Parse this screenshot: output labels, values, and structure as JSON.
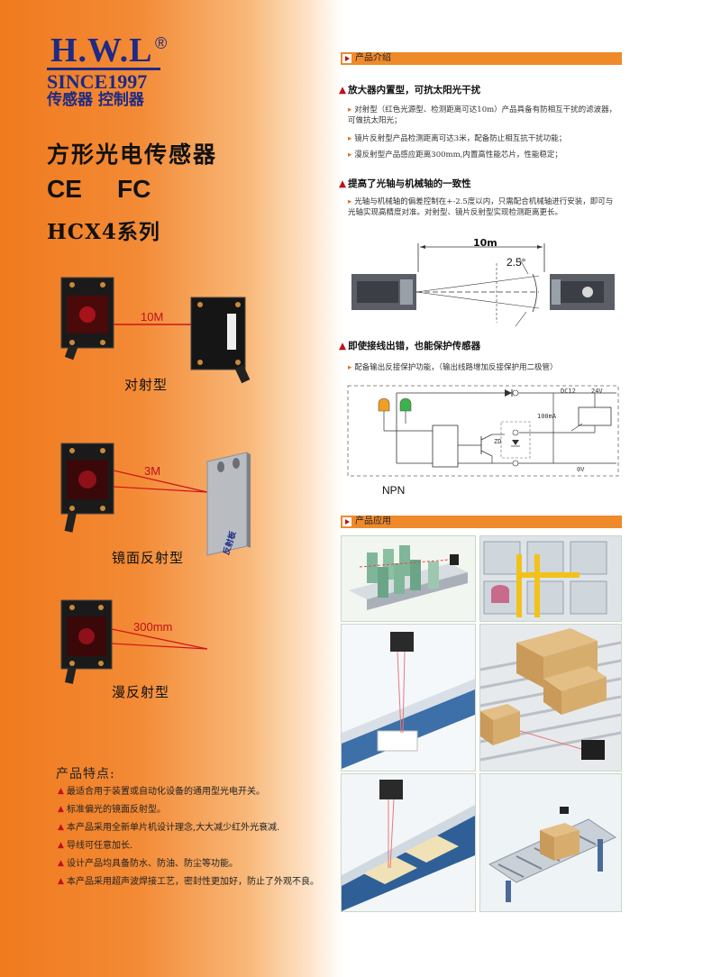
{
  "brand": {
    "logo": "H.W.L",
    "registered": "®",
    "since": "SINCE1997",
    "tagline": "传感器 控制器"
  },
  "product": {
    "title": "方形光电传感器",
    "cert_ce": "CE",
    "cert_fc": "FC",
    "series": "HCX4系列"
  },
  "sensors": [
    {
      "label": "对射型",
      "distance": "10M"
    },
    {
      "label": "镜面反射型",
      "distance": "3M",
      "reflector_label": "反射板"
    },
    {
      "label": "漫反射型",
      "distance": "300mm"
    }
  ],
  "features": {
    "title": "产品特点:",
    "items": [
      "最适合用于装置或自动化设备的通用型光电开关。",
      "标准偏光的镜面反射型。",
      "本产品采用全新单片机设计理念,大大减少红外光衰减.",
      "导线可任意加长.",
      "设计产品均具备防水、防油、防尘等功能。",
      "本产品采用超声波焊接工艺，密封性更加好，防止了外观不良。"
    ]
  },
  "intro": {
    "section_label": "产品介绍",
    "blocks": [
      {
        "heading": "放大器内置型，可抗太阳光干扰",
        "points": [
          "对射型（红色光源型、检测距离可达10m）产品具备有防相互干扰的滤波器，可做抗太阳光；",
          "镜片反射型产品检测距离可达3米，配备防止相互抗干扰功能；",
          "漫反射型产品感应距离300mm,内置高性能芯片，性能稳定；"
        ]
      },
      {
        "heading": "提高了光轴与机械轴的一致性",
        "points": [
          "光轴与机械轴的偏差控制在+-2.5度以内，只需配合机械轴进行安装，即可与光轴实现高精度对准。对射型、镜片反射型实现检测距离更长。"
        ]
      },
      {
        "heading": "即使接线出错，也能保护传感器",
        "points": [
          "配备输出反接保护功能，（输出线路增加反接保护用二极管）"
        ]
      }
    ],
    "axis_diagram": {
      "distance": "10m",
      "angle": "2.5°"
    },
    "circuit": {
      "supply": "DC12",
      "voltage": "24V",
      "current": "100mA",
      "zd": "ZD",
      "ground": "0V",
      "type": "NPN"
    }
  },
  "applications": {
    "section_label": "产品应用"
  },
  "colors": {
    "orange": "#ef8a2b",
    "navy": "#1d2a86",
    "red": "#c0111a"
  }
}
